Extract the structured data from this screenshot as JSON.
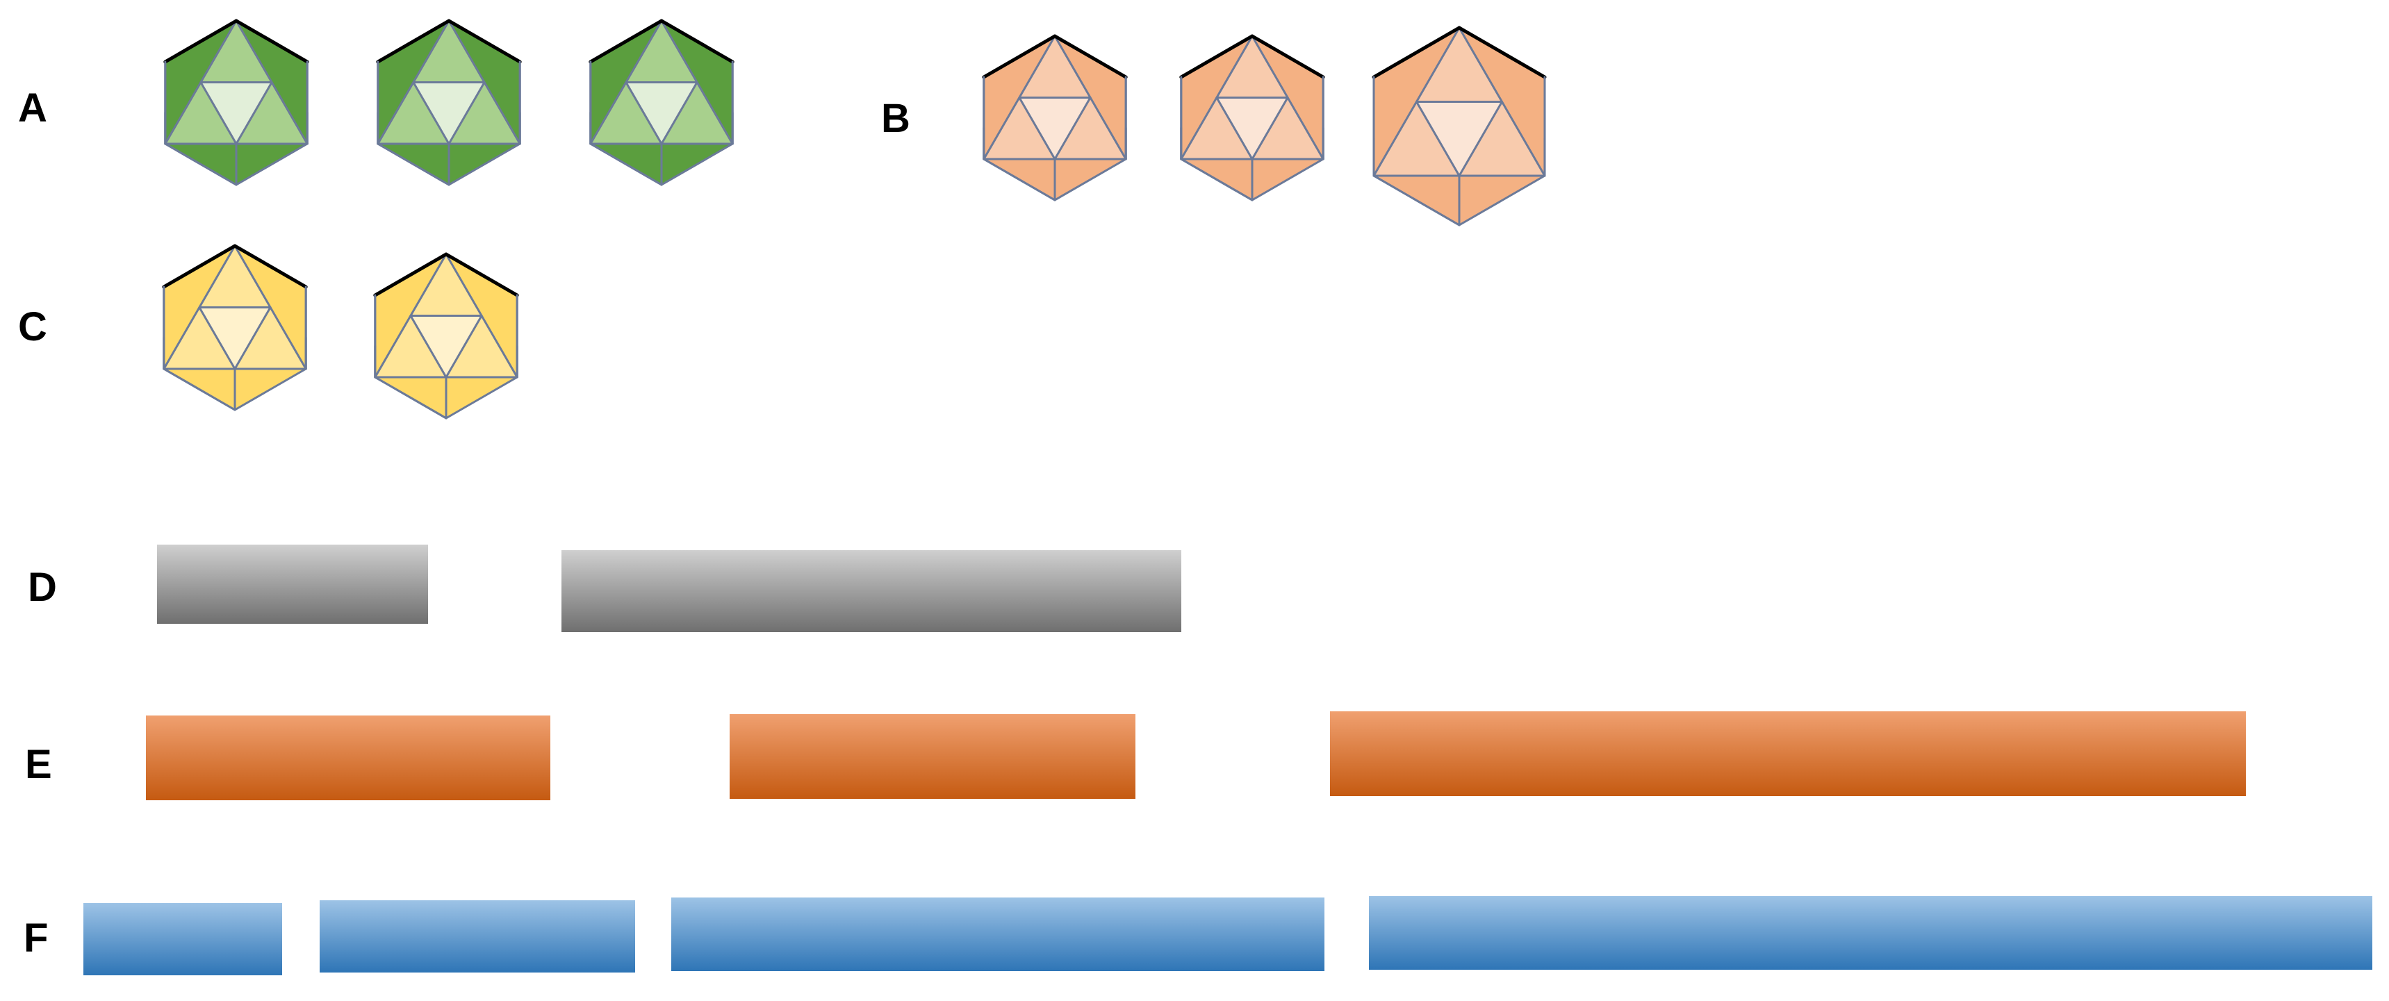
{
  "colors": {
    "green": {
      "outer": "#5b9e3e",
      "mid": "#a8d08d",
      "inner": "#e2efd9",
      "stroke": "#6b7a99"
    },
    "orange": {
      "outer": "#f4b183",
      "mid": "#f8cbad",
      "inner": "#fbe5d6",
      "stroke": "#6b7a99"
    },
    "yellow": {
      "outer": "#ffd966",
      "mid": "#ffe699",
      "inner": "#fff2cc",
      "stroke": "#6b7a99"
    },
    "gray": {
      "top": "#cfcfcf",
      "bottom": "#6f6f6f"
    },
    "darkorange": {
      "top": "#f0a070",
      "bottom": "#c55a11"
    },
    "blue": {
      "top": "#9dc3e6",
      "bottom": "#2e75b6"
    }
  },
  "rows": [
    {
      "id": "A",
      "label": "A",
      "kind": "icosahedron",
      "color": "green",
      "count": 3
    },
    {
      "id": "B",
      "label": "B",
      "kind": "icosahedron",
      "color": "orange",
      "count": 3
    },
    {
      "id": "C",
      "label": "C",
      "kind": "icosahedron",
      "color": "yellow",
      "count": 2
    },
    {
      "id": "D",
      "label": "D",
      "kind": "segment",
      "color": "gray",
      "count": 2
    },
    {
      "id": "E",
      "label": "E",
      "kind": "segment",
      "color": "darkorange",
      "count": 3
    },
    {
      "id": "F",
      "label": "F",
      "kind": "segment",
      "color": "blue",
      "count": 4
    }
  ]
}
